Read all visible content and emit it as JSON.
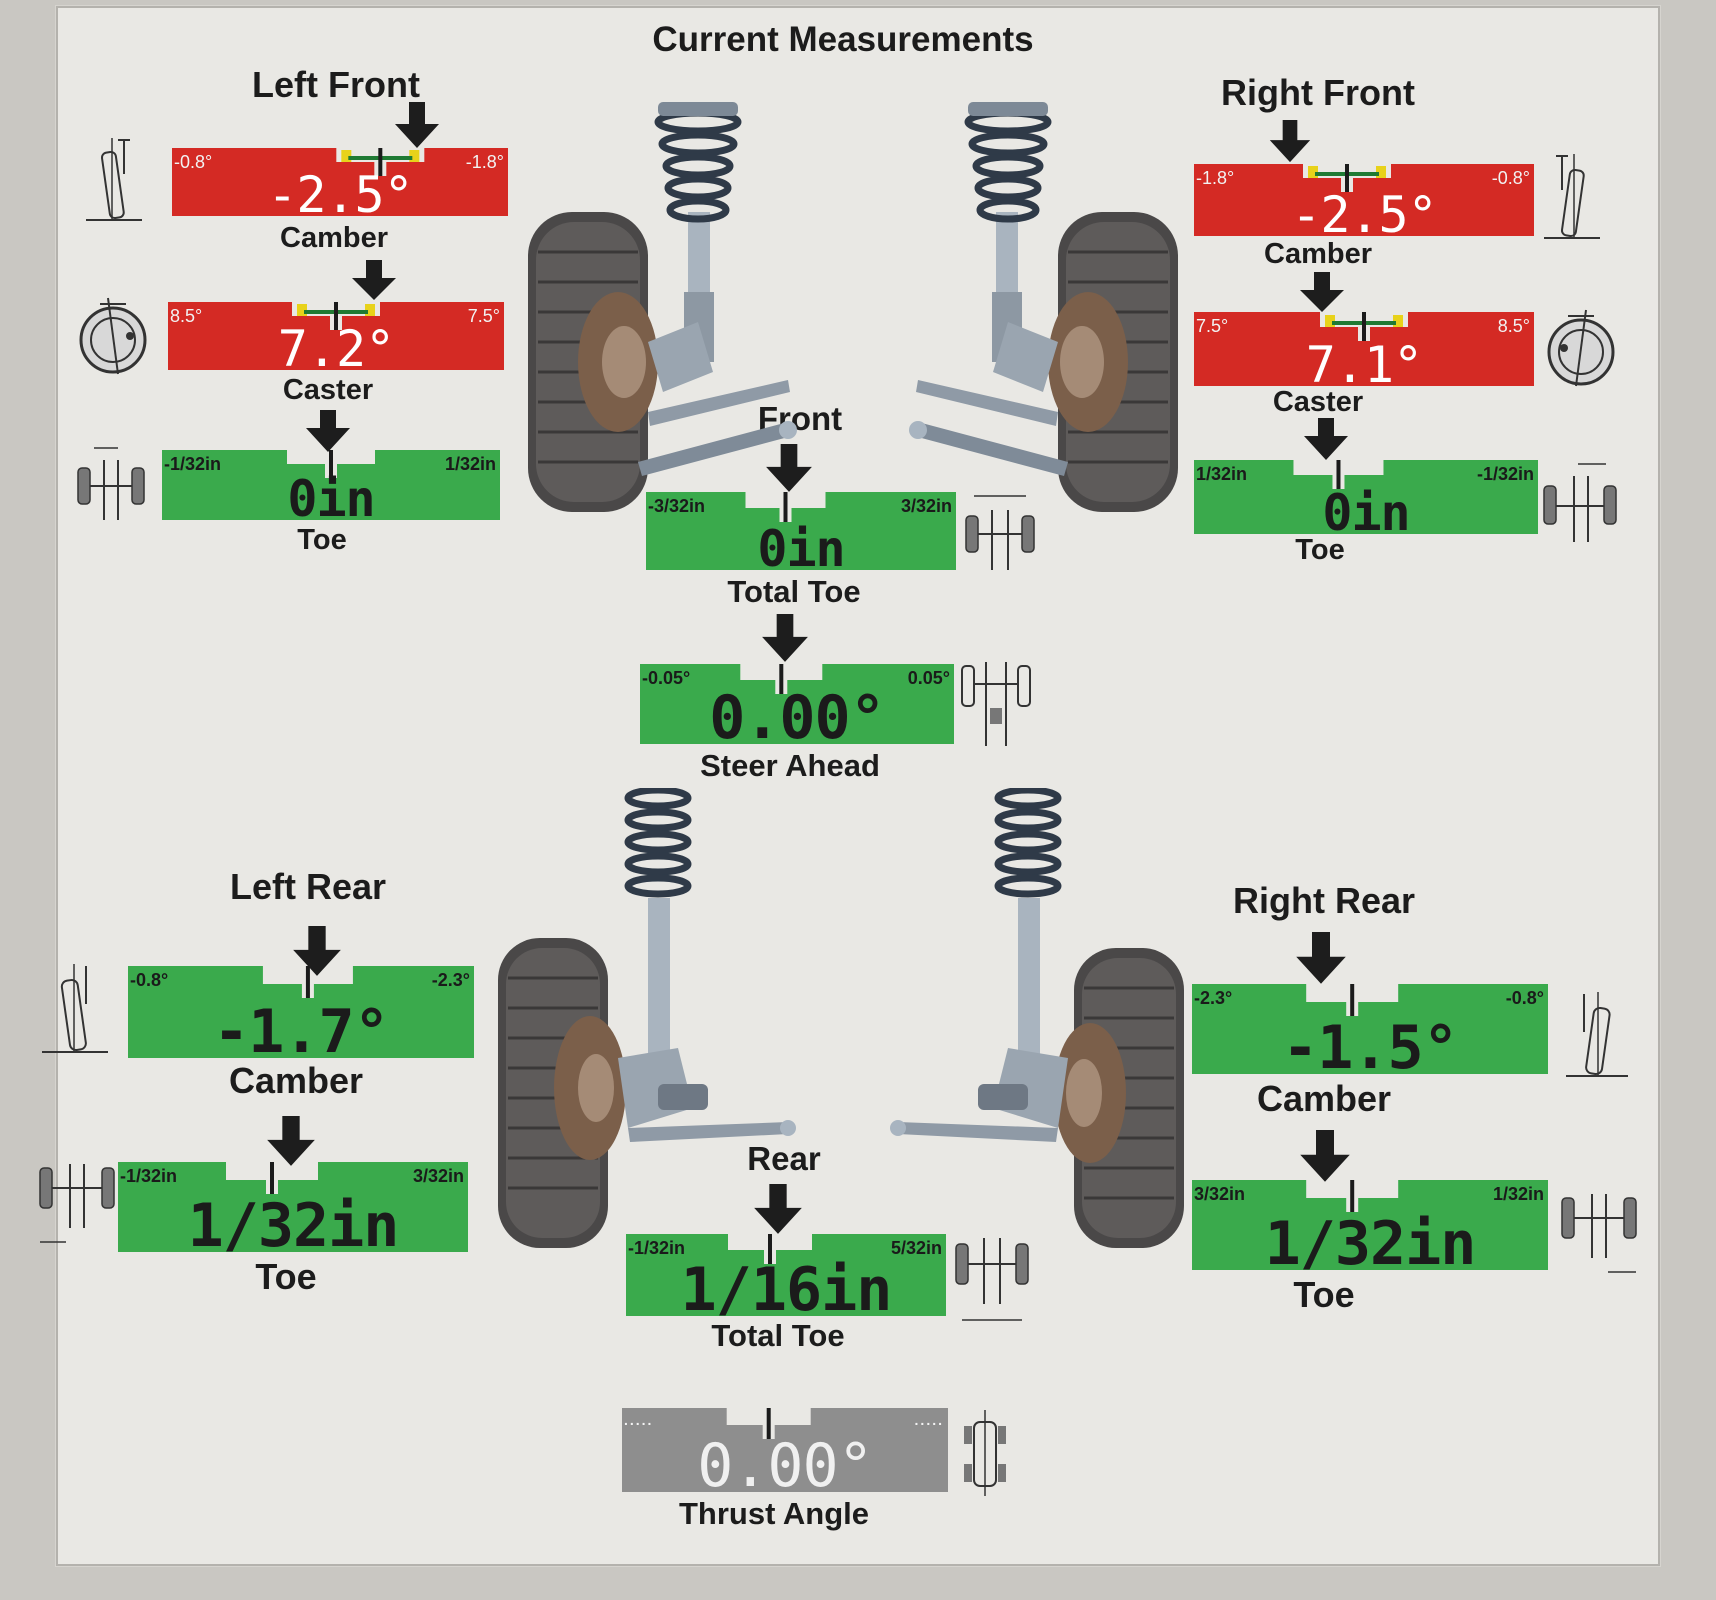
{
  "header": {
    "title": "Current Measurements"
  },
  "colors": {
    "red": "#d42a24",
    "green": "#3aaa4c",
    "gray": "#8e8e8e",
    "marker_yellow": "#e8d21a"
  },
  "front": {
    "label": "Front",
    "left_front": {
      "label": "Left Front",
      "camber": {
        "name": "Camber",
        "value": "-2.5°",
        "min": "-0.8°",
        "max": "-1.8°",
        "status": "red",
        "icon": "camber-icon"
      },
      "caster": {
        "name": "Caster",
        "value": "7.2°",
        "min": "8.5°",
        "max": "7.5°",
        "status": "red",
        "icon": "caster-icon"
      },
      "toe": {
        "name": "Toe",
        "value": "0in",
        "min": "-1/32in",
        "max": "1/32in",
        "status": "green",
        "icon": "toe-icon"
      }
    },
    "right_front": {
      "label": "Right Front",
      "camber": {
        "name": "Camber",
        "value": "-2.5°",
        "min": "-1.8°",
        "max": "-0.8°",
        "status": "red",
        "icon": "camber-icon"
      },
      "caster": {
        "name": "Caster",
        "value": "7.1°",
        "min": "7.5°",
        "max": "8.5°",
        "status": "red",
        "icon": "caster-icon"
      },
      "toe": {
        "name": "Toe",
        "value": "0in",
        "min": "1/32in",
        "max": "-1/32in",
        "status": "green",
        "icon": "toe-icon"
      }
    },
    "total_toe": {
      "name": "Total Toe",
      "value": "0in",
      "min": "-3/32in",
      "max": "3/32in",
      "status": "green",
      "icon": "total-toe-icon"
    },
    "steer_ahead": {
      "name": "Steer Ahead",
      "value": "0.00°",
      "min": "-0.05°",
      "max": "0.05°",
      "status": "green",
      "icon": "steer-ahead-icon"
    }
  },
  "rear": {
    "label": "Rear",
    "left_rear": {
      "label": "Left Rear",
      "camber": {
        "name": "Camber",
        "value": "-1.7°",
        "min": "-0.8°",
        "max": "-2.3°",
        "status": "green",
        "icon": "camber-icon"
      },
      "toe": {
        "name": "Toe",
        "value": "1/32in",
        "min": "-1/32in",
        "max": "3/32in",
        "status": "green",
        "icon": "toe-icon"
      }
    },
    "right_rear": {
      "label": "Right Rear",
      "camber": {
        "name": "Camber",
        "value": "-1.5°",
        "min": "-2.3°",
        "max": "-0.8°",
        "status": "green",
        "icon": "camber-icon"
      },
      "toe": {
        "name": "Toe",
        "value": "1/32in",
        "min": "3/32in",
        "max": "1/32in",
        "status": "green",
        "icon": "toe-icon"
      }
    },
    "total_toe": {
      "name": "Total Toe",
      "value": "1/16in",
      "min": "-1/32in",
      "max": "5/32in",
      "status": "green",
      "icon": "total-toe-icon"
    },
    "thrust_angle": {
      "name": "Thrust Angle",
      "value": "0.00°",
      "min": ".....",
      "max": ".....",
      "status": "gray",
      "icon": "thrust-angle-icon"
    }
  }
}
